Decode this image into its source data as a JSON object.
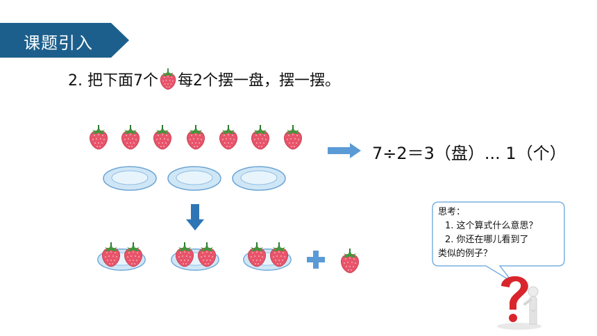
{
  "banner": {
    "title": "课题引入",
    "color": "#1c5f8c"
  },
  "question": {
    "before": "2. 把下面7个",
    "after": "每2个摆一盘，摆一摆。"
  },
  "equation": {
    "text": "7÷2＝3（盘）... 1（个）"
  },
  "think": {
    "title": "思考：",
    "items": [
      "1.   这个算式什么意思？",
      "2.   你还在哪儿看到了",
      "类似的例子？"
    ]
  },
  "icons": {
    "strawberry": "strawberry-icon",
    "plate": "plate-icon",
    "arrow_right": "arrow-right-icon",
    "arrow_down": "arrow-down-icon",
    "plus": "plus-icon",
    "question_figure": "question-mark-figure-icon"
  },
  "colors": {
    "accent": "#4a8fd0",
    "berry": "#e8546a",
    "leaf": "#3a9a3a",
    "bubble_border": "#7ab0df"
  }
}
